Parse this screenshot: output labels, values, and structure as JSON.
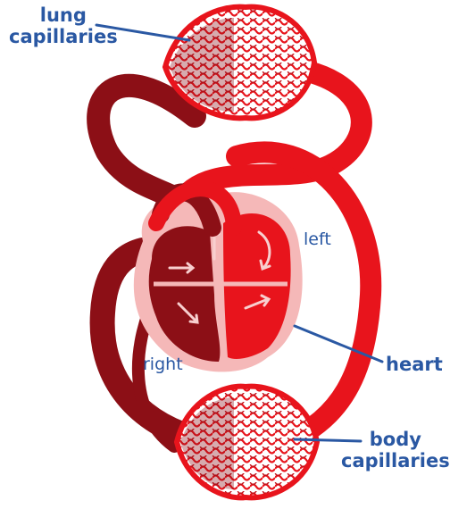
{
  "labels": {
    "lung_line1": "lung",
    "lung_line2": "capillaries",
    "heart": "heart",
    "body_line1": "body",
    "body_line2": "capillaries",
    "left": "left",
    "right": "right"
  },
  "colors": {
    "oxygenated": "#e8141c",
    "deoxygenated": "#8c0f16",
    "heart_outline": "#f5b8b8",
    "label_text": "#2a58a3",
    "pointer_line": "#2a58a3"
  }
}
